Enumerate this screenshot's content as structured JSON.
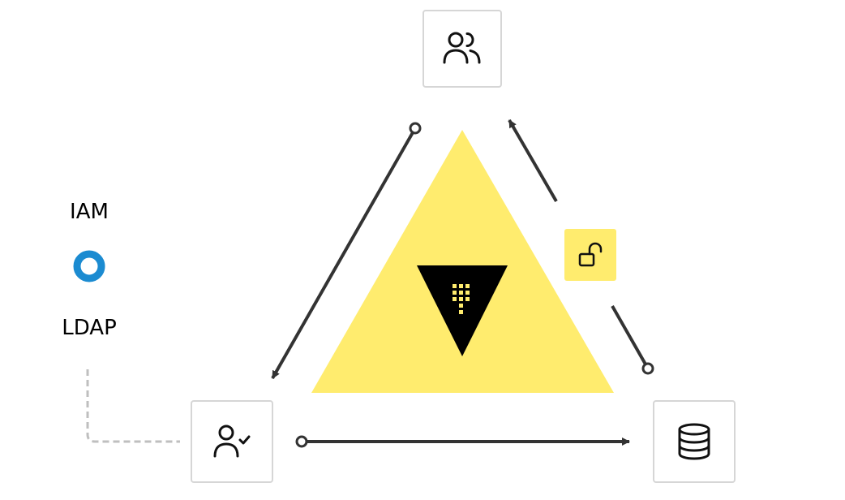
{
  "labels": {
    "top": "IAM",
    "bottom": "LDAP"
  },
  "colors": {
    "triangle": "#ffec6e",
    "vault_logo": "#000000",
    "vault_grid": "#ffec6e",
    "arrow": "#333333",
    "box_border": "#d6d6d6",
    "ldap_dashed_line": "#bfbfbf",
    "auth_ring": "#1b8bd1",
    "lock_badge": "#ffec6e"
  },
  "icons": {
    "top_box": "users-icon",
    "bottom_left_box": "user-check-icon",
    "bottom_right_box": "database-icon",
    "badge": "unlock-icon",
    "center": "vault-logo",
    "auth_selector": "radio-ring-icon"
  }
}
